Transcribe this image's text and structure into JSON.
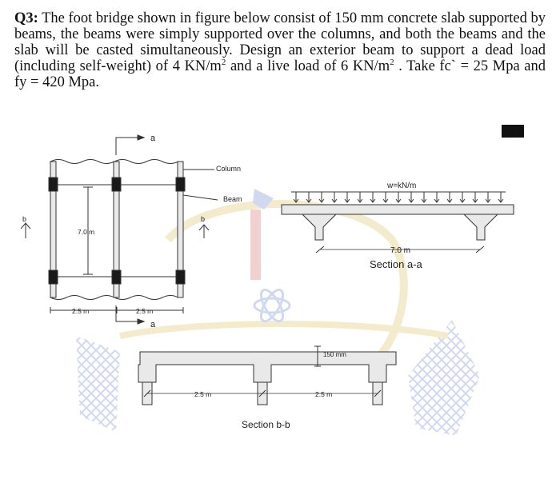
{
  "question": {
    "number": "Q3:",
    "text_1": " The foot bridge shown in figure below consist of 150 mm concrete slab supported by beams, the beams were simply supported over the columns, and both the beams and the slab will be casted simultaneously. Design an exterior beam to support a dead load (including self-weight) of 4 KN/m",
    "sup_1": "2",
    "text_2": " and a live load of 6 KN/m",
    "sup_2": "2",
    "text_3": " . Take fc` = 25 Mpa and fy = 420 Mpa."
  },
  "plan": {
    "section_a_top": "a",
    "section_a_bottom": "a",
    "section_b_left": "b",
    "section_b_right": "b",
    "length_label": "7.0 m",
    "span_left": "2.5 m",
    "span_right": "2.5 m",
    "column_label": "Column",
    "beam_label": "Beam"
  },
  "section_aa": {
    "load_label": "w=kN/m",
    "length_label": "7.0 m",
    "title": "Section a-a"
  },
  "section_bb": {
    "slab_label": "150 mm",
    "span_left": "2.5 m",
    "span_right": "2.5 m",
    "title": "Section b-b"
  },
  "colors": {
    "watermark_blue": "#c9d3ee",
    "watermark_red": "#f2c8c8",
    "watermark_gold": "#f1e8c4",
    "member_fill": "#e9e9e9",
    "column_dark": "#1a1a1a"
  }
}
